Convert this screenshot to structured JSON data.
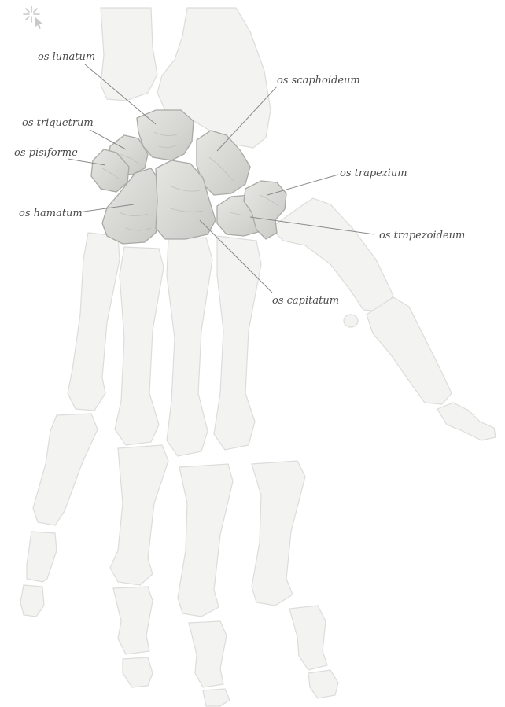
{
  "figure": {
    "labels": {
      "lunatum": "os lunatum",
      "scaphoideum": "os scaphoideum",
      "triquetrum": "os triquetrum",
      "pisiforme": "os pisiforme",
      "hamatum": "os hamatum",
      "trapezium": "os trapezium",
      "trapezoideum": "os trapezoideum",
      "capitatum": "os capitatum"
    },
    "icons": {
      "corner": "sparkle-cursor-icon"
    },
    "colors": {
      "bone_light": "#f3f3f2",
      "carpal_highlight": "#d9d9d6",
      "label_text": "#4b4b4b",
      "leader_line": "#8a8a8a"
    }
  }
}
